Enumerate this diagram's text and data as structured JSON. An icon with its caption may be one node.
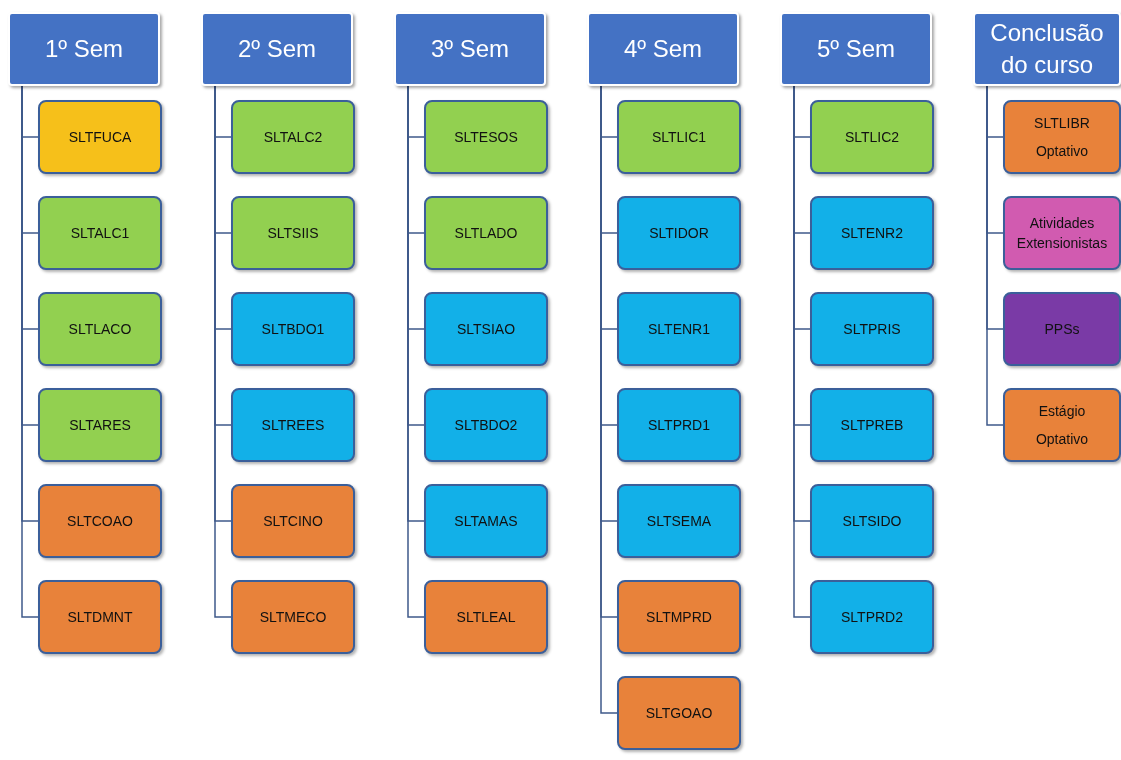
{
  "diagram": {
    "nodes": [
      {
        "text": [
          "1º Sem"
        ]
      },
      {
        "text": [
          "SLTFUCA"
        ]
      },
      {
        "text": [
          "SLTALC1"
        ]
      },
      {
        "text": [
          "SLTLACO"
        ]
      },
      {
        "text": [
          "SLTARES"
        ]
      },
      {
        "text": [
          "SLTCOAO"
        ]
      },
      {
        "text": [
          "SLTDMNT"
        ]
      },
      {
        "text": [
          "2º Sem"
        ]
      },
      {
        "text": [
          "SLTALC2"
        ]
      },
      {
        "text": [
          "SLTSIIS"
        ]
      },
      {
        "text": [
          "SLTBDO1"
        ]
      },
      {
        "text": [
          "SLTREES"
        ]
      },
      {
        "text": [
          "SLTCINO"
        ]
      },
      {
        "text": [
          "SLTMECO"
        ]
      },
      {
        "text": [
          "3º Sem"
        ]
      },
      {
        "text": [
          "SLTESOS"
        ]
      },
      {
        "text": [
          "SLTLADO"
        ]
      },
      {
        "text": [
          "SLTSIAO"
        ]
      },
      {
        "text": [
          "SLTBDO2"
        ]
      },
      {
        "text": [
          "SLTAMAS"
        ]
      },
      {
        "text": [
          "SLTLEAL"
        ]
      },
      {
        "text": [
          "4º Sem"
        ]
      },
      {
        "text": [
          "SLTLIC1"
        ]
      },
      {
        "text": [
          "SLTIDOR"
        ]
      },
      {
        "text": [
          "SLTENR1"
        ]
      },
      {
        "text": [
          "SLTPRD1"
        ]
      },
      {
        "text": [
          "SLTSEMA"
        ]
      },
      {
        "text": [
          "SLTMPRD"
        ]
      },
      {
        "text": [
          "SLTGOAO"
        ]
      },
      {
        "text": [
          "5º Sem"
        ]
      },
      {
        "text": [
          "SLTLIC2"
        ]
      },
      {
        "text": [
          "SLTENR2"
        ]
      },
      {
        "text": [
          "SLTPRIS"
        ]
      },
      {
        "text": [
          "SLTPREB"
        ]
      },
      {
        "text": [
          "SLTSIDO"
        ]
      },
      {
        "text": [
          "SLTPRD2"
        ]
      },
      {
        "text": [
          "Conclusão do curso"
        ]
      },
      {
        "text": [
          "SLTLIBR",
          "Optativo"
        ]
      },
      {
        "text": [
          "Atividades Extensionistas"
        ]
      },
      {
        "text": [
          "PPSs"
        ]
      },
      {
        "text": [
          "Estágio",
          "Optativo"
        ]
      }
    ],
    "edges": [
      {
        "from": 0,
        "to": 1,
        "arrow": "none"
      },
      {
        "from": 0,
        "to": 2,
        "arrow": "none"
      },
      {
        "from": 0,
        "to": 3,
        "arrow": "none"
      },
      {
        "from": 0,
        "to": 4,
        "arrow": "none"
      },
      {
        "from": 0,
        "to": 5,
        "arrow": "none"
      },
      {
        "from": 0,
        "to": 6,
        "arrow": "none"
      },
      {
        "from": 7,
        "to": 8,
        "arrow": "none"
      },
      {
        "from": 7,
        "to": 9,
        "arrow": "none"
      },
      {
        "from": 7,
        "to": 10,
        "arrow": "none"
      },
      {
        "from": 7,
        "to": 11,
        "arrow": "none"
      },
      {
        "from": 7,
        "to": 12,
        "arrow": "none"
      },
      {
        "from": 7,
        "to": 13,
        "arrow": "none"
      },
      {
        "from": 14,
        "to": 15,
        "arrow": "none"
      },
      {
        "from": 14,
        "to": 16,
        "arrow": "none"
      },
      {
        "from": 14,
        "to": 17,
        "arrow": "none"
      },
      {
        "from": 14,
        "to": 18,
        "arrow": "none"
      },
      {
        "from": 14,
        "to": 19,
        "arrow": "none"
      },
      {
        "from": 14,
        "to": 20,
        "arrow": "none"
      },
      {
        "from": 21,
        "to": 22,
        "arrow": "none"
      },
      {
        "from": 21,
        "to": 23,
        "arrow": "none"
      },
      {
        "from": 21,
        "to": 24,
        "arrow": "none"
      },
      {
        "from": 21,
        "to": 25,
        "arrow": "none"
      },
      {
        "from": 21,
        "to": 26,
        "arrow": "none"
      },
      {
        "from": 21,
        "to": 27,
        "arrow": "none"
      },
      {
        "from": 21,
        "to": 28,
        "arrow": "none"
      },
      {
        "from": 29,
        "to": 30,
        "arrow": "none"
      },
      {
        "from": 29,
        "to": 31,
        "arrow": "none"
      },
      {
        "from": 29,
        "to": 32,
        "arrow": "none"
      },
      {
        "from": 29,
        "to": 33,
        "arrow": "none"
      },
      {
        "from": 29,
        "to": 34,
        "arrow": "none"
      },
      {
        "from": 29,
        "to": 35,
        "arrow": "none"
      },
      {
        "from": 36,
        "to": 37,
        "arrow": "none"
      },
      {
        "from": 36,
        "to": 38,
        "arrow": "none"
      },
      {
        "from": 36,
        "to": 39,
        "arrow": "none"
      },
      {
        "from": 36,
        "to": 40,
        "arrow": "none"
      }
    ]
  }
}
